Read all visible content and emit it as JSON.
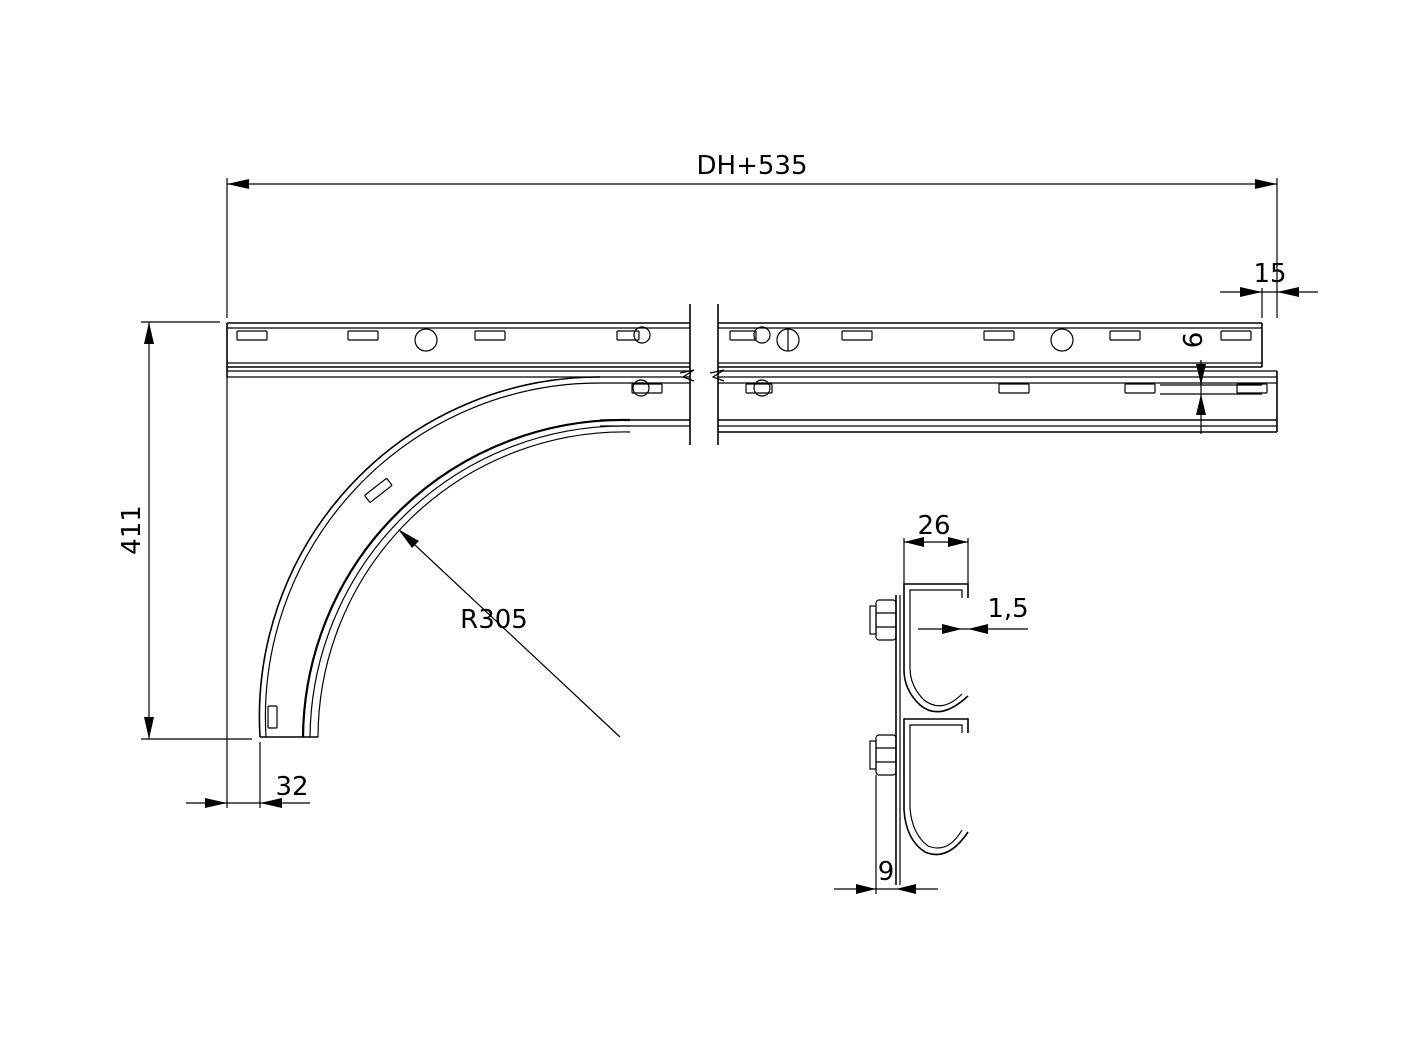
{
  "dimensions": {
    "overall_length": "DH+535",
    "end_offset": "15",
    "height": "411",
    "base_width": "32",
    "bend_radius": "R305",
    "slot_spacing": "9",
    "profile_width": "26",
    "material_thickness": "1,5",
    "bolt_offset": "9"
  }
}
